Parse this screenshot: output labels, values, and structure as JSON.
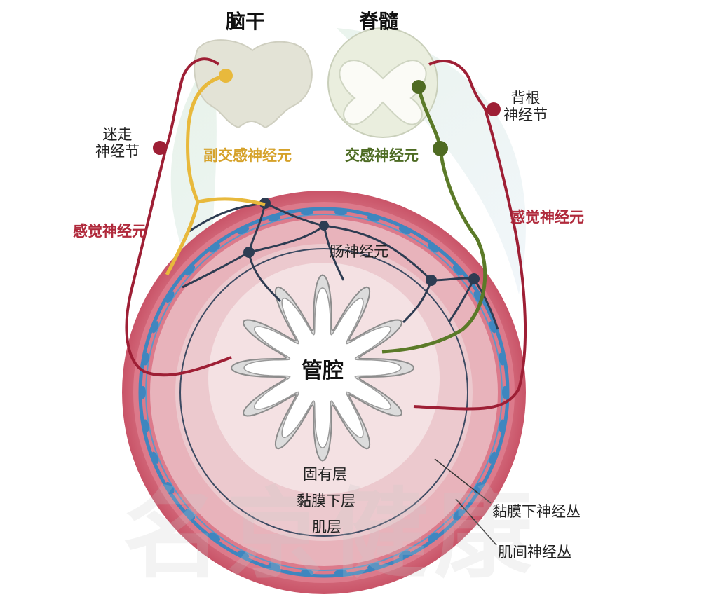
{
  "labels": {
    "brainstem": "脑干",
    "spinal_cord": "脊髓",
    "dorsal_root_ganglion": "背根\n神经节",
    "vagal_ganglion": "迷走\n神经节",
    "parasympathetic_neuron": "副交感神经元",
    "sympathetic_neuron": "交感神经元",
    "sensory_neuron_left": "感觉神经元",
    "sensory_neuron_right": "感觉神经元",
    "enteric_neuron": "肠神经元",
    "lumen": "管腔",
    "lamina_propria": "固有层",
    "submucosa": "黏膜下层",
    "muscle_layer": "肌层",
    "submucosal_plexus": "黏膜下神经丛",
    "myenteric_plexus": "肌间神经丛"
  },
  "watermark": "名京健康",
  "colors": {
    "sensory": "#9e1f35",
    "parasympathetic": "#e8b93c",
    "sympathetic": "#4f6b22",
    "outer_wall": "#d46a7c",
    "muscle_layer": "#e3a3ad",
    "submucosa": "#eac5ca",
    "lamina_propria": "#f1dfe0",
    "plexus": "#4a8cc0",
    "neuron_body": "#2e3c52"
  }
}
